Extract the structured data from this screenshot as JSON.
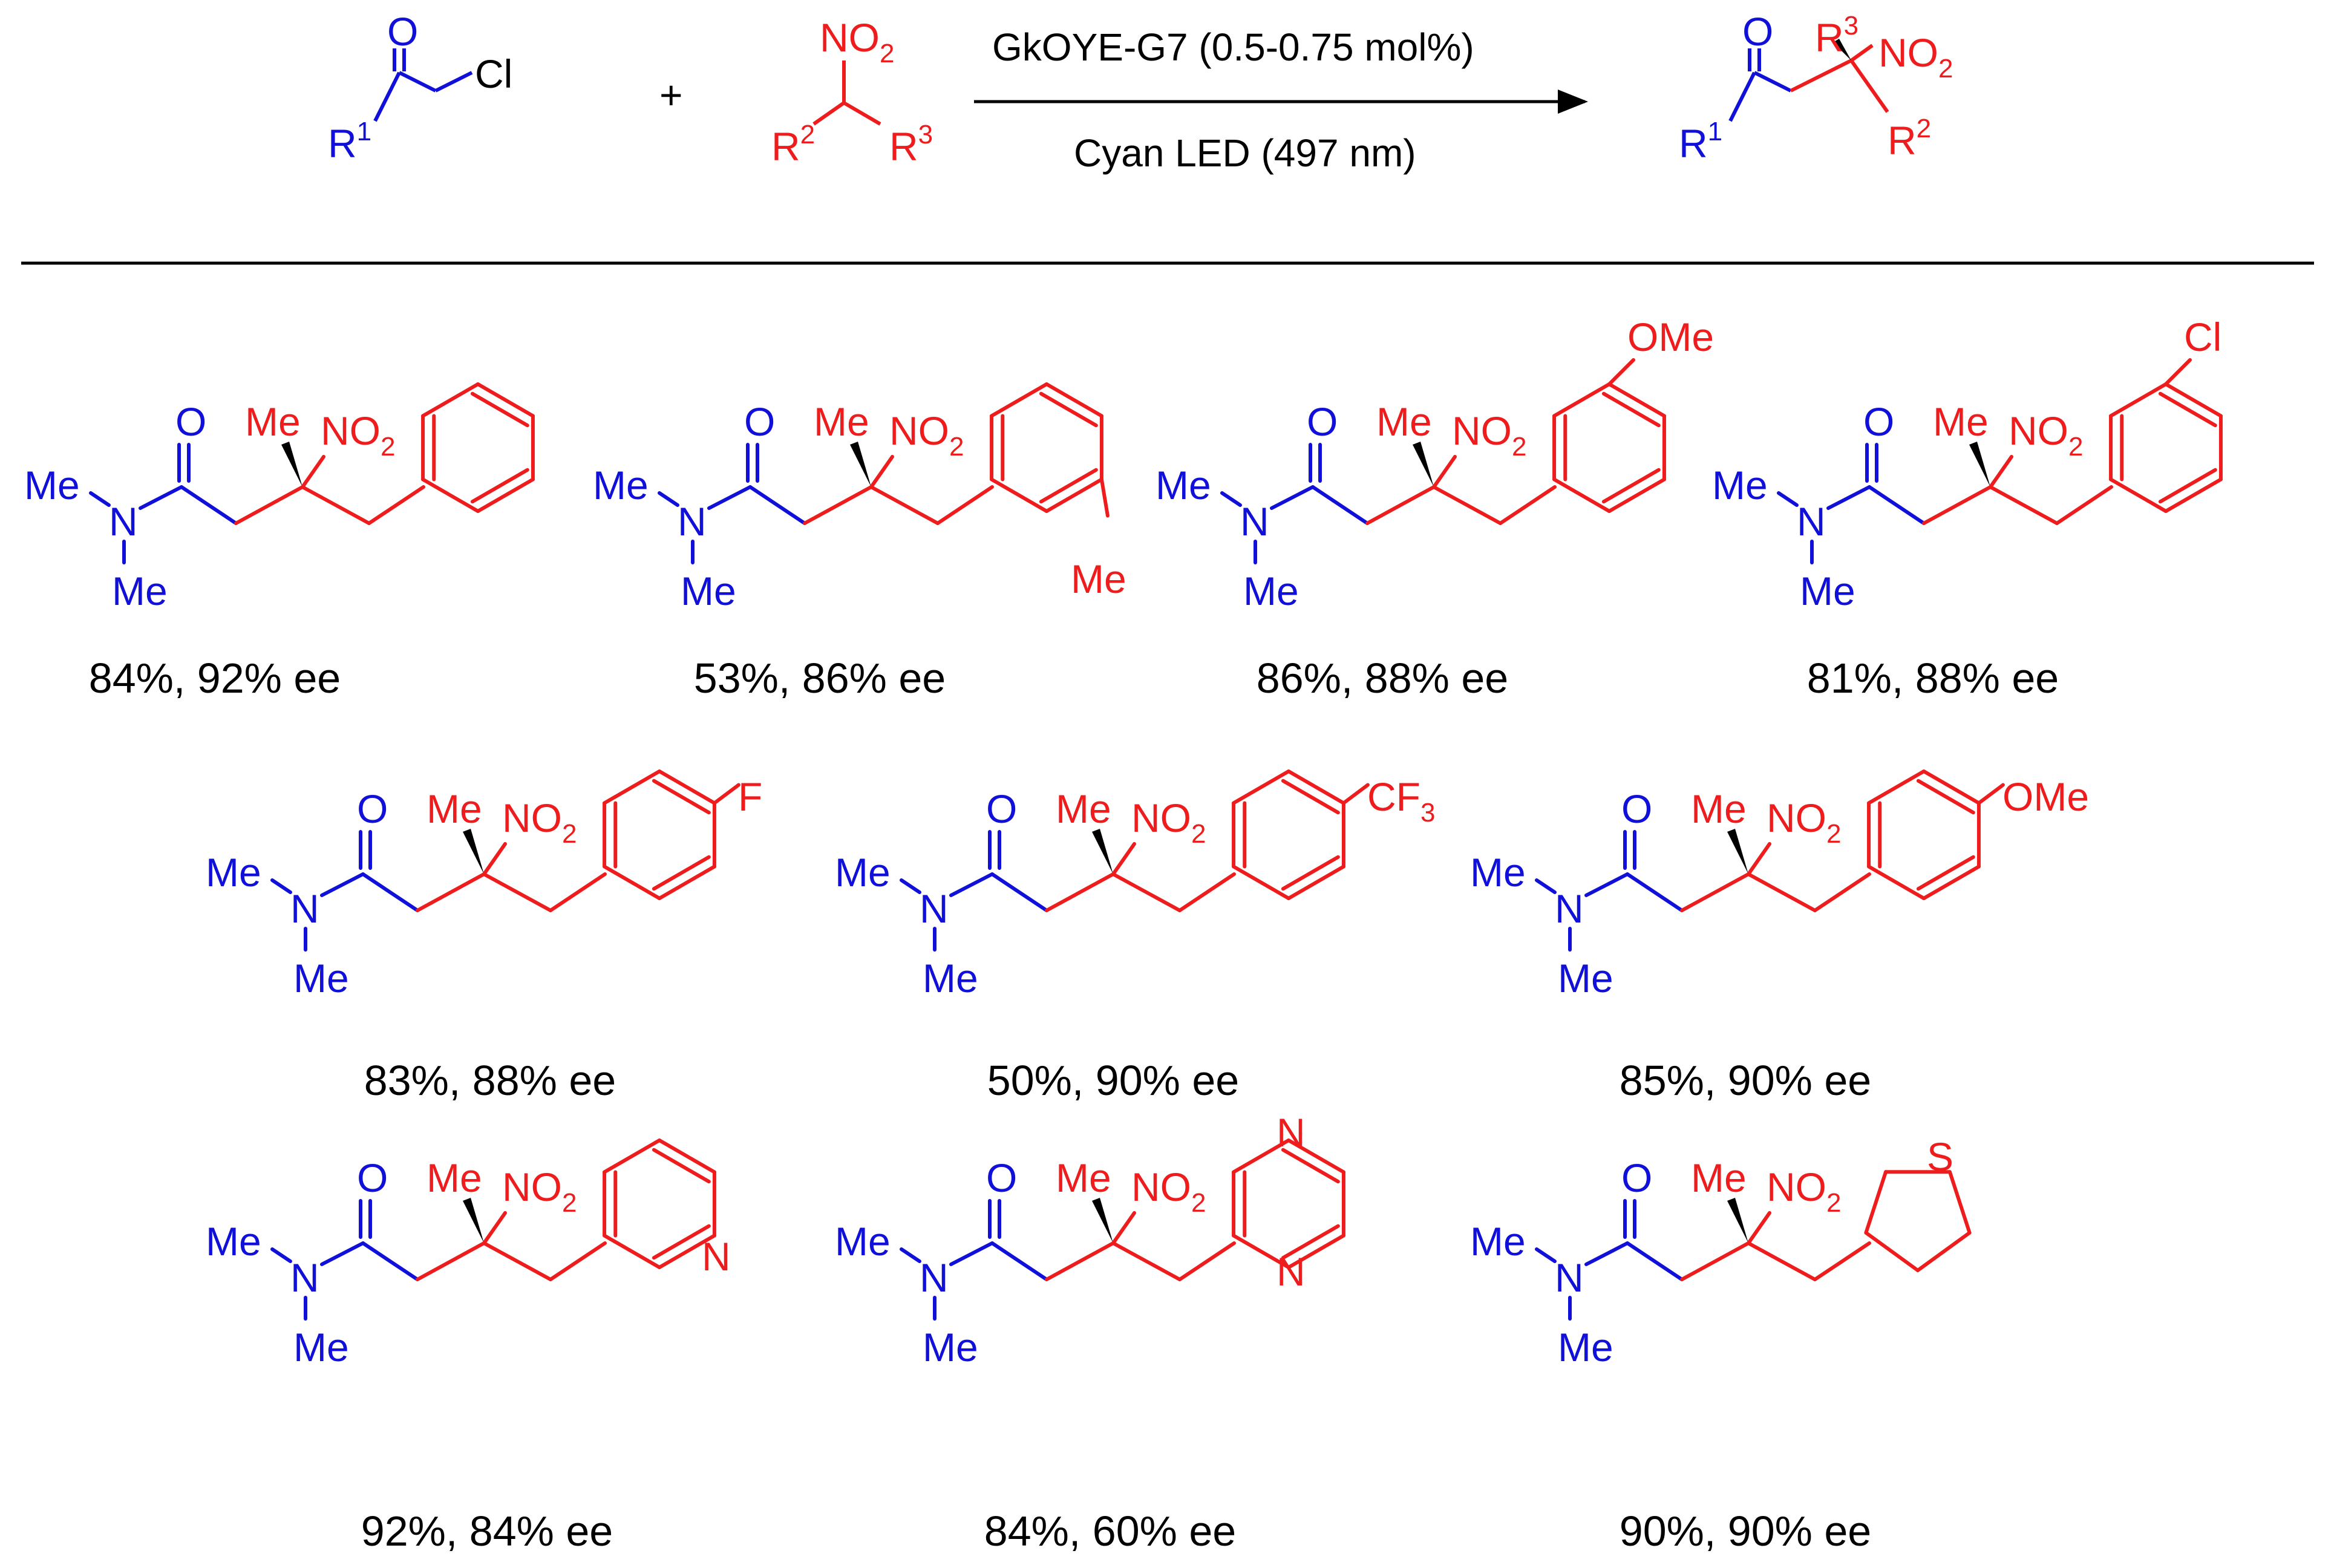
{
  "header": {
    "reactant1": {
      "r": "R",
      "r_sup": "1",
      "o": "O",
      "cl": "Cl"
    },
    "plus": "+",
    "reactant2": {
      "no2": "NO",
      "no2_sub": "2",
      "r2": "R",
      "r2_sup": "2",
      "r3": "R",
      "r3_sup": "3"
    },
    "condition_top": "GkOYE-G7 (0.5-0.75 mol%)",
    "condition_bottom": "Cyan LED (497 nm)",
    "product": {
      "r1": "R",
      "r1_sup": "1",
      "o": "O",
      "r3": "R",
      "r3_sup": "3",
      "no2": "NO",
      "no2_sub": "2",
      "r2": "R",
      "r2_sup": "2"
    }
  },
  "colors": {
    "blue": "#1010d8",
    "red": "#ee1c1c",
    "black": "#000000"
  },
  "common_labels": {
    "o": "O",
    "me": "Me",
    "n": "N",
    "no": "NO",
    "sub2": "2"
  },
  "compounds": [
    {
      "substituent": "",
      "ring": "phenyl",
      "yield": "84%, 92% ee"
    },
    {
      "substituent": "Me",
      "ring": "2-methylphenyl",
      "yield": "53%, 86% ee"
    },
    {
      "substituent": "OMe",
      "ring": "3-methoxyphenyl",
      "yield": "86%, 88% ee"
    },
    {
      "substituent": "Cl",
      "ring": "3-chlorophenyl",
      "yield": "81%, 88% ee"
    },
    {
      "substituent": "F",
      "ring": "4-fluorophenyl",
      "yield": "83%, 88% ee"
    },
    {
      "substituent": "CF",
      "substituent_sub": "3",
      "ring": "4-trifluoromethylphenyl",
      "yield": "50%, 90% ee"
    },
    {
      "substituent": "OMe",
      "ring": "4-methoxyphenyl",
      "yield": "85%, 90% ee"
    },
    {
      "substituent": "N",
      "ring": "3-pyridyl",
      "yield": "92%, 84% ee"
    },
    {
      "substituent": "N",
      "substituent2": "N",
      "ring": "pyrazinyl",
      "yield": "84%, 60% ee"
    },
    {
      "substituent": "S",
      "ring": "3-thienyl",
      "yield": "90%, 90% ee"
    }
  ]
}
